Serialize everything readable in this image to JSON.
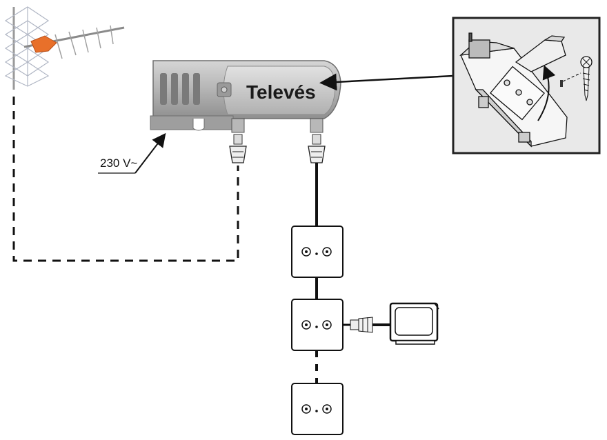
{
  "amplifier": {
    "brand": "Televés",
    "body_color": "#a9a9a9",
    "panel_color": "#c7c7c7"
  },
  "power": {
    "label": "230 V~"
  },
  "antenna": {
    "accent_color": "#e8702a"
  },
  "wall_outlets": {
    "count": 3
  },
  "inset": {
    "icons": [
      "amplifier-open-lid-icon",
      "screw-icon",
      "arrow-curved-icon"
    ]
  },
  "tv": {
    "icon": "tv-icon"
  }
}
